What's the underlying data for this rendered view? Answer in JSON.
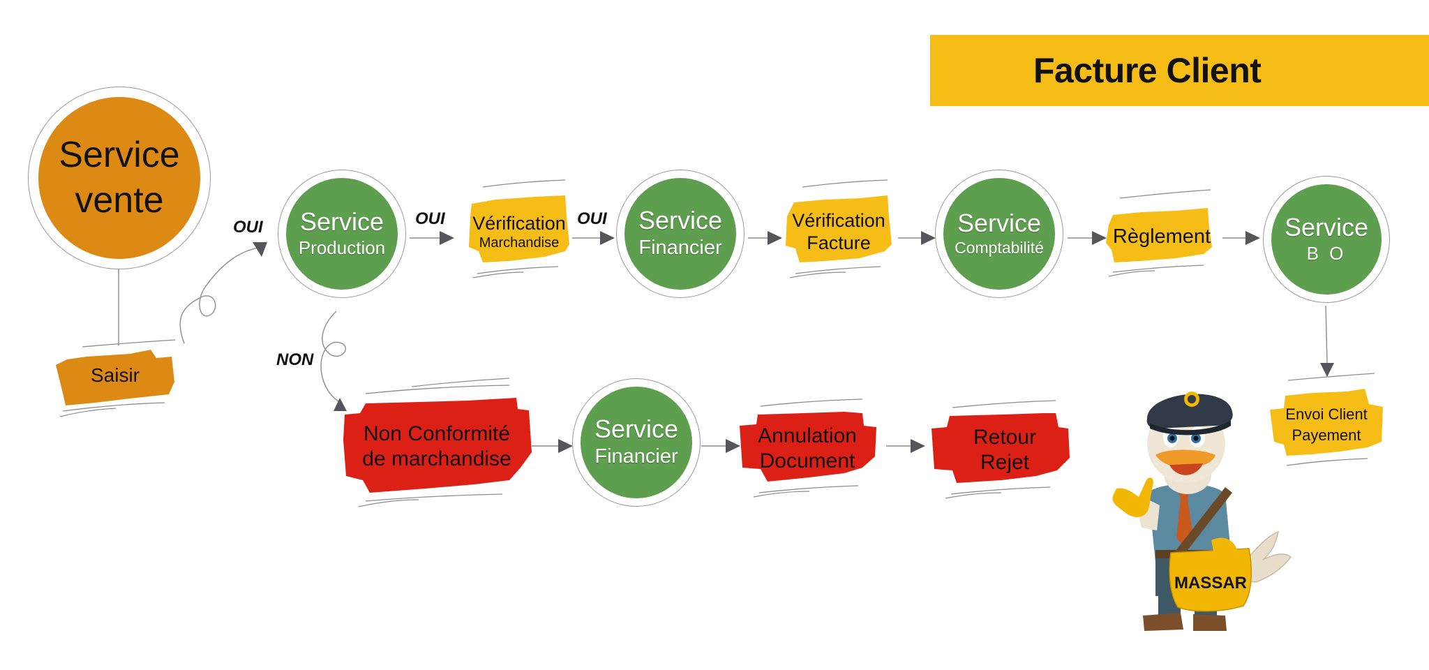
{
  "title": "Facture Client",
  "colors": {
    "banner": "#f6bd16",
    "service_green": "#5e9e4f",
    "service_vente_orange": "#dd8a14",
    "step_yellow": "#f6bd16",
    "reject_red": "#dd2016",
    "arrow_gray": "#55565b"
  },
  "start_node": {
    "line1": "Service",
    "line2": "vente",
    "action": "Saisir"
  },
  "edge_labels": {
    "to_production": "OUI",
    "to_non_conformite": "NON",
    "production_to_verif": "OUI",
    "verif_to_financier": "OUI"
  },
  "main_flow": [
    {
      "type": "service",
      "line1": "Service",
      "line2": "Production"
    },
    {
      "type": "step",
      "line1": "Vérification",
      "line2": "Marchandise"
    },
    {
      "type": "service",
      "line1": "Service",
      "line2": "Financier"
    },
    {
      "type": "step",
      "line1": "Vérification",
      "line2": "Facture"
    },
    {
      "type": "service",
      "line1": "Service",
      "line2": "Comptabilité"
    },
    {
      "type": "step",
      "line1": "Règlement"
    },
    {
      "type": "service",
      "line1": "Service",
      "line2": "B O"
    },
    {
      "type": "step",
      "line1": "Envoi Client",
      "line2": "Payement"
    }
  ],
  "reject_flow": [
    {
      "type": "reject",
      "line1": "Non Conformité",
      "line2": "de marchandise"
    },
    {
      "type": "service",
      "line1": "Service",
      "line2": "Financier"
    },
    {
      "type": "reject",
      "line1": "Annulation",
      "line2": "Document"
    },
    {
      "type": "reject",
      "line1": "Retour",
      "line2": "Rejet"
    }
  ],
  "mascot": {
    "description": "duck mailman mascot",
    "bag_label": "MASSAR"
  }
}
